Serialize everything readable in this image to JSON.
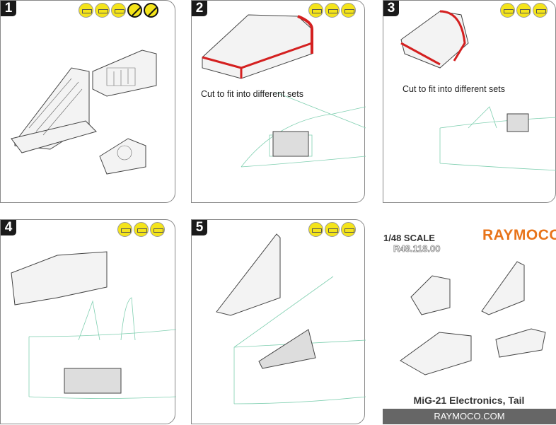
{
  "steps": [
    {
      "number": "1",
      "icons": [
        "saw-icon",
        "knife-icon",
        "sanding-icon",
        "no-sanding-icon",
        "no-glue-icon"
      ]
    },
    {
      "number": "2",
      "icons": [
        "knife-icon",
        "sanding-icon",
        "glue-icon"
      ],
      "note": "Cut to fit into different sets"
    },
    {
      "number": "3",
      "icons": [
        "knife-icon",
        "sanding-icon",
        "glue-icon"
      ],
      "note": "Cut to fit into different sets"
    },
    {
      "number": "4",
      "icons": [
        "knife-icon",
        "sanding-icon",
        "glue-icon"
      ]
    },
    {
      "number": "5",
      "icons": [
        "knife-icon",
        "sanding-icon",
        "glue-icon"
      ]
    }
  ],
  "info": {
    "scale": "1/48 SCALE",
    "code": "R48.118.00",
    "brand": "RAYMOCO",
    "title": "MiG-21 Electronics, Tail",
    "website": "RAYMOCO.COM"
  },
  "colors": {
    "icon": "#f4e41a",
    "brand": "#e8741a",
    "highlight": "#d42020",
    "aircraft": "#7fcfb0"
  }
}
